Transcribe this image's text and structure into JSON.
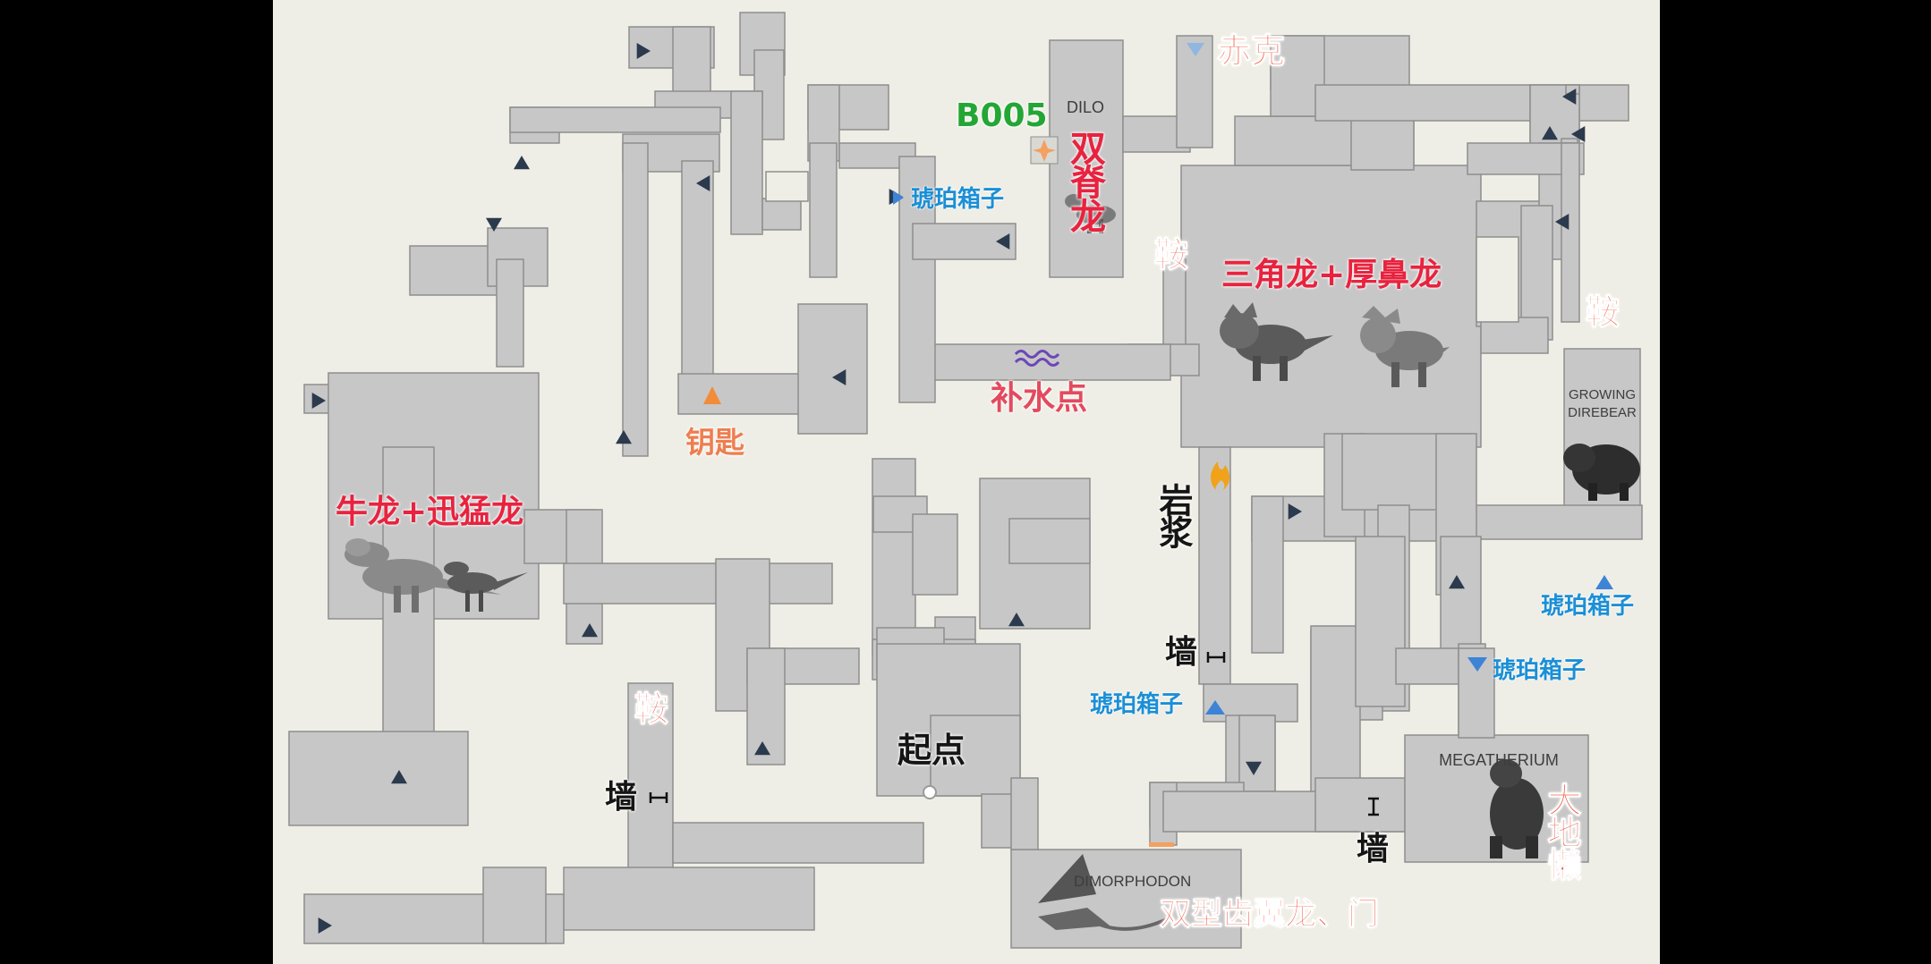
{
  "colors": {
    "background": "#efeee6",
    "corridor": "#c7c7c7",
    "corridor_edge": "#8e8e8e",
    "marker": "#2b3a4d",
    "label_red": "#ee5a43",
    "label_blue": "#1b8fd6",
    "label_green": "#23a635"
  },
  "rooms": {
    "dilo": "DILO",
    "growing_direbear": "GROWING\nDIREBEAR",
    "megatherium": "MEGATHERIUM",
    "dimorphodon": "DIMORPHODON"
  },
  "labels": {
    "chike": "赤克",
    "boss": "B005",
    "dilo_cn": "双脊龙",
    "amber_box_1": "琥珀箱子",
    "saddle_1": "鞍",
    "trike_pachy": "三角龙+厚鼻龙",
    "saddle_2": "鞍",
    "water_point": "补水点",
    "key": "钥匙",
    "carno_raptor": "牛龙+迅猛龙",
    "lava": "岩浆",
    "wall_1": "墙",
    "amber_box_2": "琥珀箱子",
    "amber_box_3": "琥珀箱子",
    "amber_box_4": "琥珀箱子",
    "saddle_3": "鞍",
    "wall_2": "墙",
    "start": "起点",
    "wall_3": "墙",
    "giant_sloth": "大地懒",
    "dimorphodon_gate": "双型齿翼龙、门"
  },
  "icons": {
    "arrow_marker": "triangle-icon",
    "amber_box": "blue-triangle-icon",
    "key": "orange-triangle-icon",
    "boss": "star-icon",
    "water": "water-wave-icon",
    "lava": "fire-icon",
    "wall": "wall-barrier-icon",
    "start": "start-dot-icon"
  }
}
